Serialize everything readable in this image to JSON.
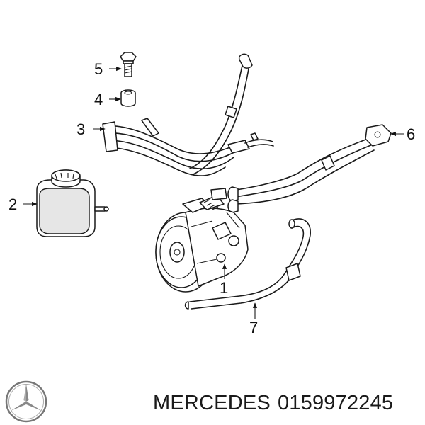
{
  "callouts": {
    "c1": "1",
    "c2": "2",
    "c3": "3",
    "c4": "4",
    "c5": "5",
    "c6": "6",
    "c7": "7"
  },
  "footer": {
    "brand": "MERCEDES",
    "part_number": "0159972245"
  },
  "icons": {
    "logo": "mercedes-star-logo"
  }
}
